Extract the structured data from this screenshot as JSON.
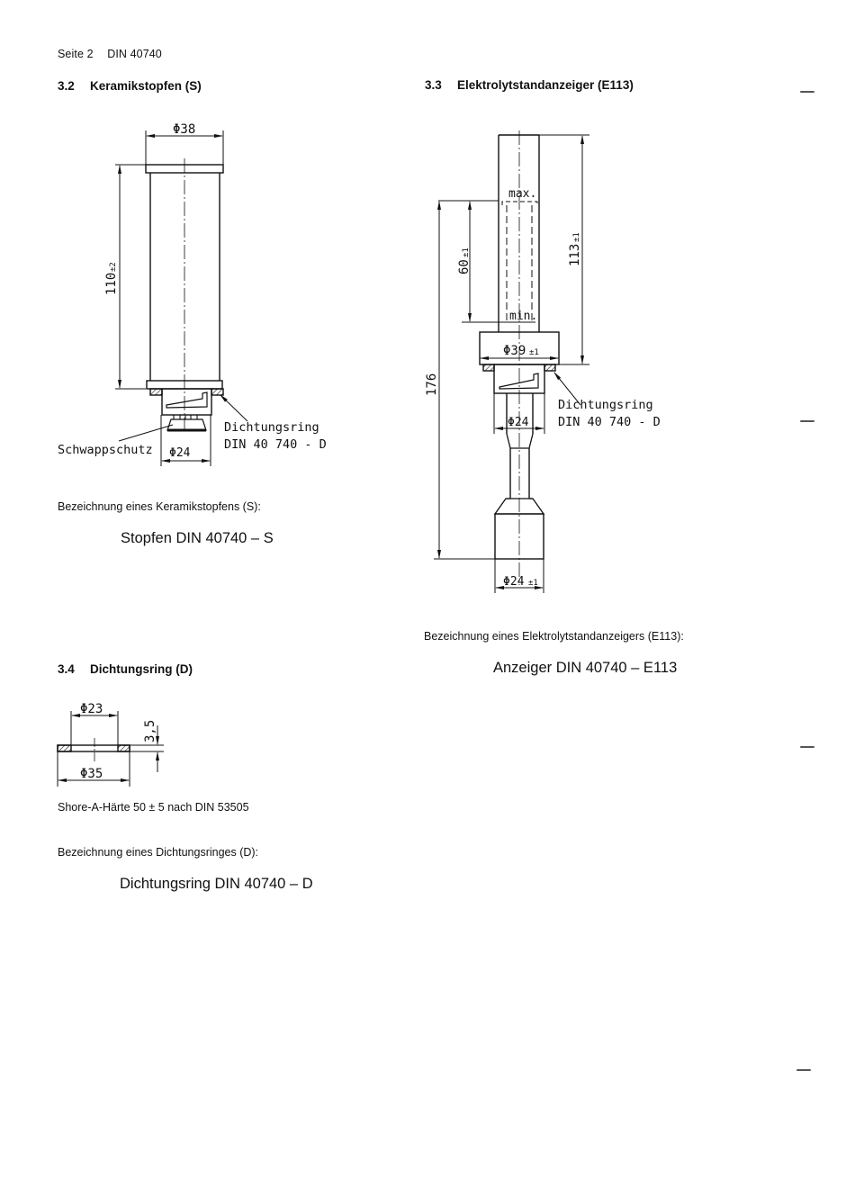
{
  "header": {
    "page": "Seite 2",
    "standard": "DIN 40740"
  },
  "sections": [
    {
      "number": "3.2",
      "title": "Keramikstopfen (S)",
      "drawing": {
        "dims": {
          "diameter_top": "Φ38",
          "height": "110",
          "height_tol": "±2",
          "diameter_bottom": "Φ24"
        },
        "labels": {
          "splash": "Schwappschutz",
          "seal_line1": "Dichtungsring",
          "seal_line2": "DIN 40 740 - D"
        }
      },
      "caption": "Bezeichnung eines Keramikstopfens (S):",
      "designation": "Stopfen DIN 40740 – S"
    },
    {
      "number": "3.3",
      "title": "Elektrolytstandanzeiger (E113)",
      "drawing": {
        "dims": {
          "max_label": "max.",
          "min_label": "min.",
          "level_range": "60",
          "level_range_tol": "±1",
          "upper_length": "113",
          "upper_length_tol": "±1",
          "total_length": "176",
          "flange_diameter": "Φ39",
          "flange_diameter_tol": "±1",
          "neck_diameter": "Φ24",
          "foot_diameter": "Φ24",
          "foot_diameter_tol": "±1"
        },
        "labels": {
          "seal_line1": "Dichtungsring",
          "seal_line2": "DIN 40 740 - D"
        }
      },
      "caption": "Bezeichnung eines Elektrolytstandanzeigers (E113):",
      "designation": "Anzeiger DIN 40740 – E113"
    },
    {
      "number": "3.4",
      "title": "Dichtungsring (D)",
      "drawing": {
        "dims": {
          "inner_diameter": "Φ23",
          "outer_diameter": "Φ35",
          "thickness": "3,5"
        }
      },
      "note": "Shore-A-Härte 50 ± 5 nach DIN 53505",
      "caption": "Bezeichnung eines Dichtungsringes (D):",
      "designation": "Dichtungsring DIN 40740 – D"
    }
  ]
}
